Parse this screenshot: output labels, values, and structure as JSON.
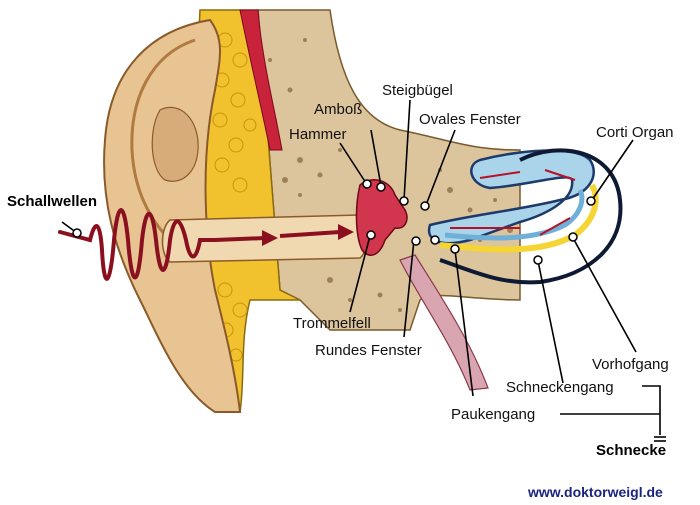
{
  "diagram": {
    "labels": {
      "schallwellen": "Schallwellen",
      "steigbuegel": "Steigbügel",
      "ambos": "Amboß",
      "hammer": "Hammer",
      "ovales_fenster": "Ovales Fenster",
      "corti_organ": "Corti Organ",
      "trommelfell": "Trommelfell",
      "rundes_fenster": "Rundes Fenster",
      "vorhofgang": "Vorhofgang",
      "schneckengang": "Schneckengang",
      "paukengang": "Paukengang",
      "schnecke": "Schnecke"
    },
    "watermark": "www.doktorweigl.de",
    "colors": {
      "skin": "#e8c493",
      "skin_dark": "#c99a62",
      "bone": "#d9b98a",
      "fat": "#f2c12e",
      "blood": "#b5122a",
      "cochlea_blue": "#a9d4ea",
      "cochlea_yellow": "#f5d533"
    }
  }
}
